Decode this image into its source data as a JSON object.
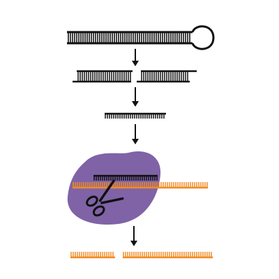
{
  "diagram": {
    "description_free": true,
    "colors": {
      "strand": "#111111",
      "target_mrna": "#f08a24",
      "complex": "#7f63a6",
      "arrow": "#111111",
      "background": "#ffffff"
    },
    "steps": [
      {
        "id": "hairpin",
        "icon": "shrna-hairpin"
      },
      {
        "id": "cleaved-duplex",
        "icon": "dicer-cleaved-fragments"
      },
      {
        "id": "single-strand",
        "icon": "guide-strand"
      },
      {
        "id": "risc-complex",
        "icon": "risc-with-target",
        "cutter_icon": "scissors-icon"
      },
      {
        "id": "cleaved-target",
        "icon": "cleaved-mrna-fragments"
      }
    ]
  }
}
